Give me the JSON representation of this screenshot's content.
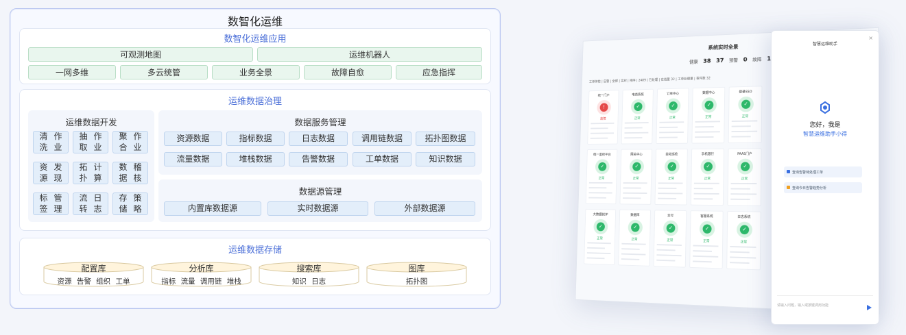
{
  "title": "数智化运维",
  "app_layer": {
    "title": "数智化运维应用",
    "row1": [
      "可观测地图",
      "运维机器人"
    ],
    "row2": [
      "一网多维",
      "多云统管",
      "业务全景",
      "故障自愈",
      "应急指挥"
    ]
  },
  "governance": {
    "title": "运维数据治理",
    "dev": {
      "title": "运维数据开发",
      "items": [
        [
          "清洗",
          "作业"
        ],
        [
          "抽取",
          "作业"
        ],
        [
          "聚合",
          "作业"
        ],
        [
          "资源",
          "发现"
        ],
        [
          "拓扑",
          "计算"
        ],
        [
          "数据",
          "稽核"
        ],
        [
          "标签",
          "管理"
        ],
        [
          "流转",
          "日志"
        ],
        [
          "存储",
          "策略"
        ]
      ]
    },
    "service": {
      "title": "数据服务管理",
      "items": [
        "资源数据",
        "指标数据",
        "日志数据",
        "调用链数据",
        "拓扑图数据",
        "流量数据",
        "堆栈数据",
        "告警数据",
        "工单数据",
        "知识数据"
      ]
    },
    "source": {
      "title": "数据源管理",
      "items": [
        "内置库数据源",
        "实时数据源",
        "外部数据源"
      ]
    }
  },
  "storage": {
    "title": "运维数据存储",
    "dbs": [
      {
        "name": "配置库",
        "items": "资源 告警 组织 工单"
      },
      {
        "name": "分析库",
        "items": "指标 流量 调用链 堆栈"
      },
      {
        "name": "搜索库",
        "items": "知识 日志"
      },
      {
        "name": "图库",
        "items": "拓扑图"
      }
    ]
  },
  "monitor": {
    "title": "系统实时全景",
    "stats": {
      "normal_label": "健康",
      "normal": "38",
      "ok_label": "",
      "ok": "37",
      "warn_label": "预警",
      "warn": "0",
      "alarm_label": "故障",
      "alarm": "1"
    },
    "filters": "工单体检 | 告警 | 全部 | 实时 | 排序 | 2489 | 已处理 | 在线量 32 | 工单处理量 | 事件数 32",
    "cards": [
      {
        "name": "统一门户",
        "status": "故障",
        "alarm": true
      },
      {
        "name": "电商系统",
        "status": "正常",
        "alarm": false
      },
      {
        "name": "订单中心",
        "status": "正常",
        "alarm": false
      },
      {
        "name": "数据中心",
        "status": "正常",
        "alarm": false
      },
      {
        "name": "登录SSO",
        "status": "正常",
        "alarm": false
      },
      {
        "name": "统一鉴权平台",
        "status": "正常",
        "alarm": false
      },
      {
        "name": "网关中心",
        "status": "正常",
        "alarm": false
      },
      {
        "name": "自动巡检",
        "status": "正常",
        "alarm": false
      },
      {
        "name": "手机银行",
        "status": "正常",
        "alarm": false
      },
      {
        "name": "PAAS门户",
        "status": "正常",
        "alarm": false
      },
      {
        "name": "大数据BDP",
        "status": "正常",
        "alarm": false
      },
      {
        "name": "数据库",
        "status": "正常",
        "alarm": false
      },
      {
        "name": "支付",
        "status": "正常",
        "alarm": false
      },
      {
        "name": "客服系统",
        "status": "正常",
        "alarm": false
      },
      {
        "name": "日志系统",
        "status": "正常",
        "alarm": false
      }
    ]
  },
  "assistant": {
    "title": "智慧运维助手",
    "hello": "您好，我是",
    "name": "智慧运维助手小得",
    "suggestions": [
      "查询告警待处理工单",
      "查询今日告警趋势分析"
    ],
    "input_placeholder": "请输入问题，输入或按键调用功能",
    "colors": {
      "accent": "#3a6fe0",
      "ok": "#2db86a",
      "alarm": "#e54848"
    }
  }
}
